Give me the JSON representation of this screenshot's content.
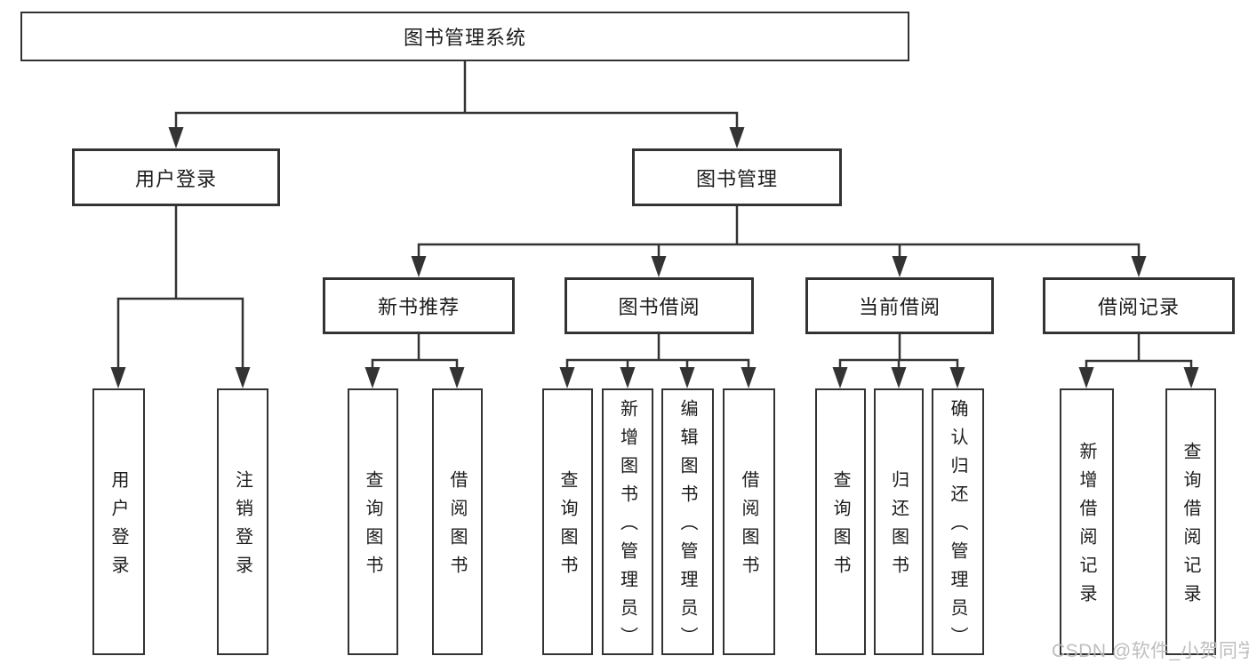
{
  "tree": {
    "label": "图书管理系统",
    "children": [
      {
        "label": "用户登录",
        "children": [
          {
            "label": "用户登录"
          },
          {
            "label": "注销登录"
          }
        ]
      },
      {
        "label": "图书管理",
        "children": [
          {
            "label": "新书推荐",
            "children": [
              {
                "label": "查询图书"
              },
              {
                "label": "借阅图书"
              }
            ]
          },
          {
            "label": "图书借阅",
            "children": [
              {
                "label": "查询图书"
              },
              {
                "label": "新增图书（管理员）"
              },
              {
                "label": "编辑图书（管理员）"
              },
              {
                "label": "借阅图书"
              }
            ]
          },
          {
            "label": "当前借阅",
            "children": [
              {
                "label": "查询图书"
              },
              {
                "label": "归还图书"
              },
              {
                "label": "确认归还（管理员）"
              }
            ]
          },
          {
            "label": "借阅记录",
            "children": [
              {
                "label": "新增借阅记录"
              },
              {
                "label": "查询借阅记录"
              }
            ]
          }
        ]
      }
    ]
  },
  "watermark": {
    "text": "CSDN @软件_小贺同学"
  },
  "colors": {
    "line": "#333333",
    "text": "#1c1c1c",
    "box_background": "#ffffff",
    "watermark": "#bababa",
    "background": "#ffffff"
  }
}
